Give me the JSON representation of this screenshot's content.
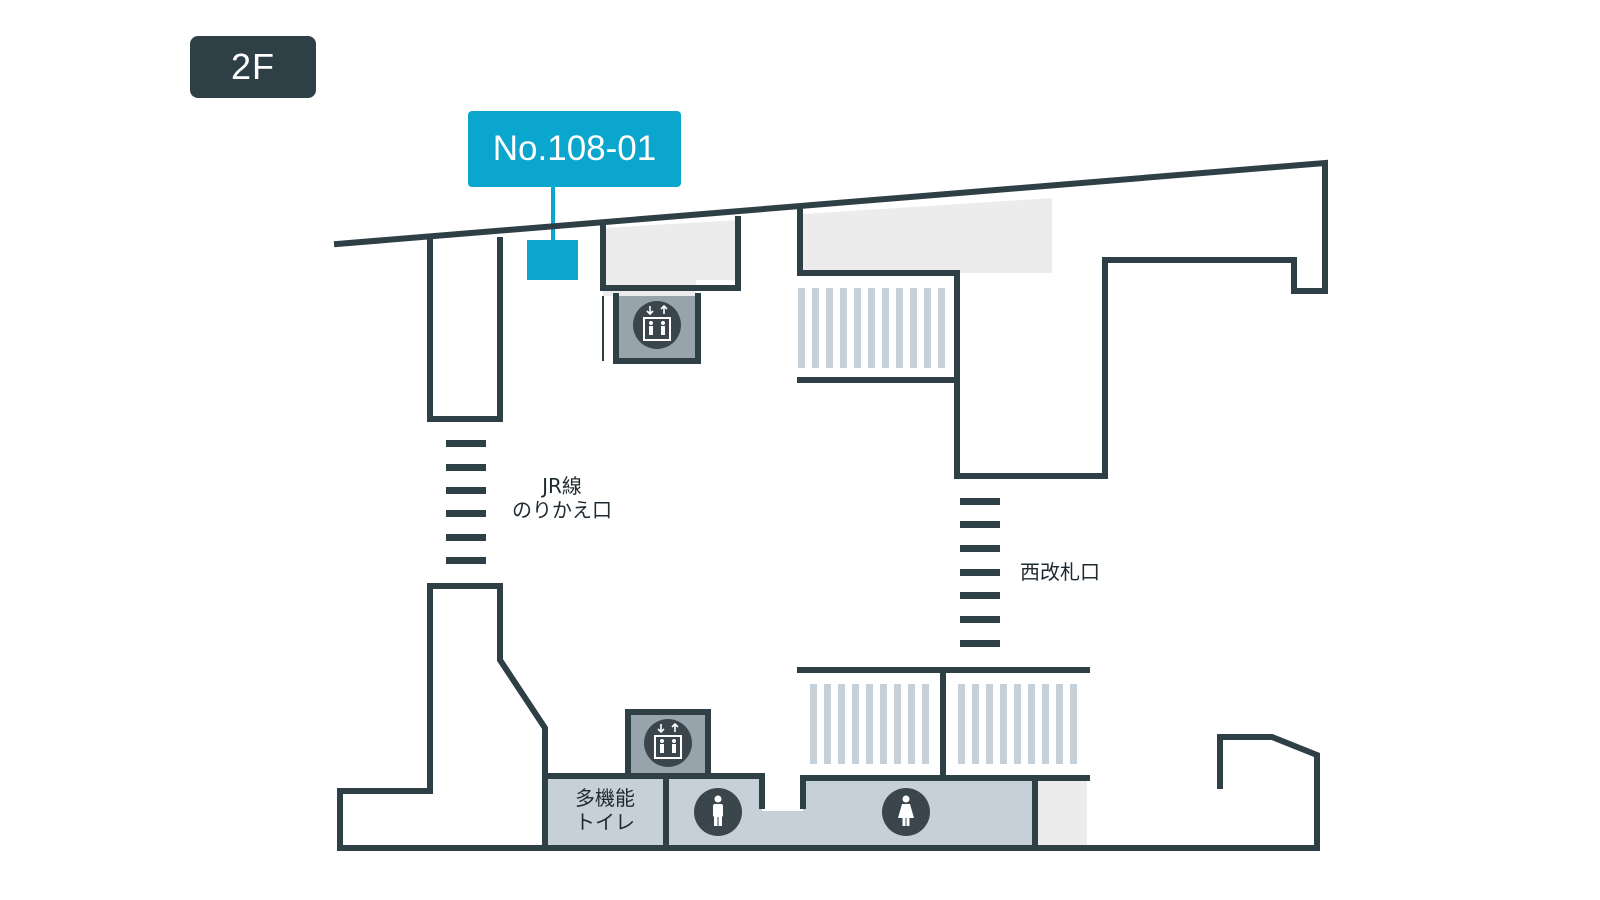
{
  "floor": {
    "label": "2F"
  },
  "location": {
    "id": "No.108-01"
  },
  "labels": {
    "jr_transfer_line1": "JR線",
    "jr_transfer_line2": "のりかえ口",
    "west_gate": "西改札口",
    "multi_toilet_line1": "多機能",
    "multi_toilet_line2": "トイレ"
  },
  "icons": [
    "elevator-icon",
    "elevator-icon",
    "mens-restroom-icon",
    "womens-restroom-icon"
  ],
  "colors": {
    "accent": "#0aa6ce",
    "wall": "#2f3f46",
    "stairs": "#c5d0d8",
    "area": "#ececec",
    "elevator_area": "#98a4ab"
  }
}
